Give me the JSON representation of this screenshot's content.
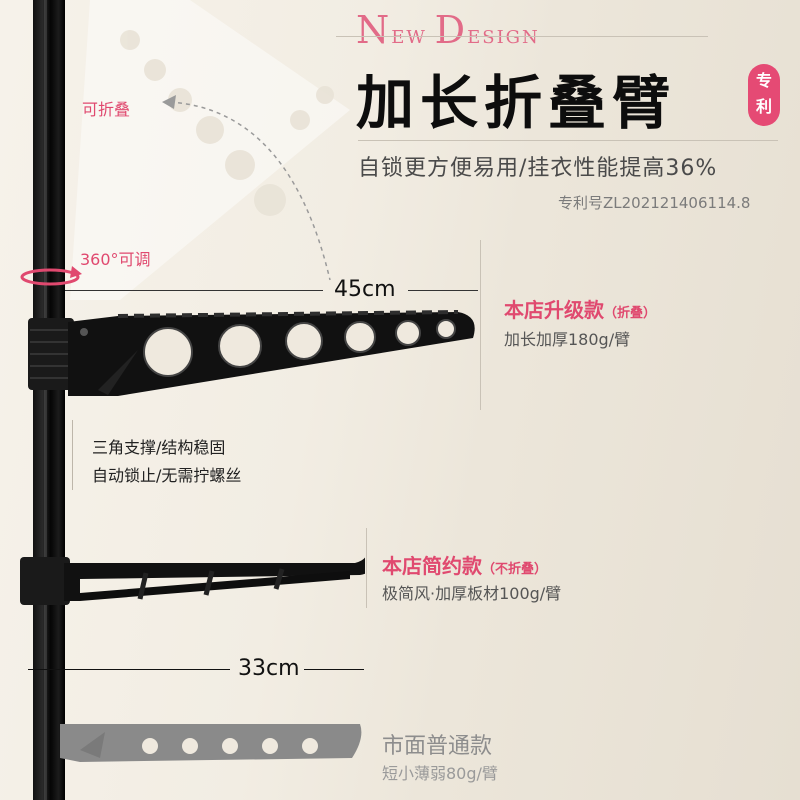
{
  "header": {
    "brand_cap1": "N",
    "brand_rest1": "EW ",
    "brand_cap2": "D",
    "brand_rest2": "ESIGN",
    "title": "加长折叠臂",
    "badge_line1": "专",
    "badge_line2": "利",
    "subtitle": "自锁更方便易用/挂衣性能提高36%",
    "patent_number": "专利号ZL202121406114.8"
  },
  "annotations": {
    "foldable": "可折叠",
    "rotate": "360°可调",
    "upgrade_length": "45cm",
    "simple_length": "33cm",
    "support_line1": "三角支撑/结构稳固",
    "support_line2": "自动锁止/无需拧螺丝"
  },
  "products": {
    "upgrade": {
      "name": "本店升级款",
      "tag": "（折叠）",
      "desc": "加长加厚180g/臂"
    },
    "simple": {
      "name": "本店简约款",
      "tag": "（不折叠）",
      "desc": "极简风·加厚板材100g/臂"
    },
    "common": {
      "name": "市面普通款",
      "desc": "短小薄弱80g/臂"
    }
  },
  "colors": {
    "accent": "#e0496f",
    "badge": "#e54a74",
    "arm_black": "#111111",
    "arm_gray": "#8a8a8a"
  }
}
